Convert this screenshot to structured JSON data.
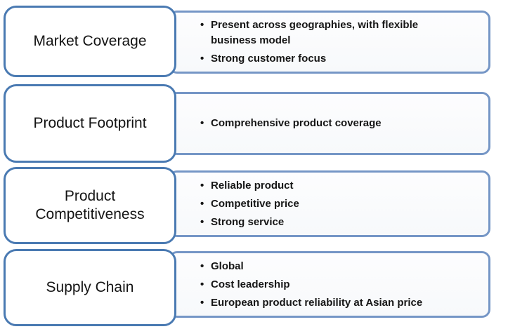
{
  "diagram": {
    "bullet_marker": "•",
    "colors": {
      "label_box_border": "#4a7ab2",
      "bullet_box_border": "#7596c6",
      "text": "#141414",
      "background": "#ffffff"
    },
    "rows": [
      {
        "label": "Market Coverage",
        "bullets": [
          "Present across geographies, with flexible\nbusiness model",
          "Strong customer focus"
        ]
      },
      {
        "label": "Product Footprint",
        "bullets": [
          "Comprehensive product coverage"
        ]
      },
      {
        "label": "Product Competitiveness",
        "bullets": [
          "Reliable product",
          "Competitive price",
          "Strong service"
        ]
      },
      {
        "label": "Supply Chain",
        "bullets": [
          "Global",
          "Cost leadership",
          "European product reliability at Asian price"
        ]
      }
    ]
  }
}
